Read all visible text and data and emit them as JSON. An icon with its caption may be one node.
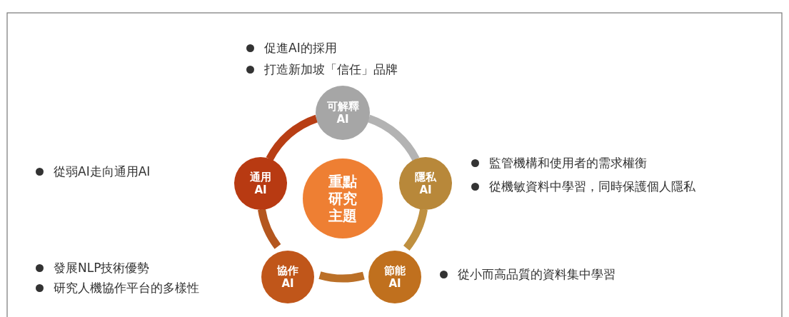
{
  "diagram": {
    "nodes": [
      {
        "text": [
          "可解釋AI"
        ],
        "beside": [
          "促進AI的採用",
          "打造新加坡「信任」品牌"
        ]
      },
      {
        "text": [
          "通用AI"
        ]
      },
      {
        "text": [
          "重點研究主題"
        ]
      },
      {
        "text": [
          "隱私AI"
        ],
        "beside": [
          "監管機構和使用者的需求權衡",
          "從機敏資料中學習，同時保護個人隱私"
        ]
      },
      {
        "text": [
          "協作AI"
        ],
        "beside": [
          "發展NLP技術優勢",
          "研究人機協作平台的多樣性"
        ]
      },
      {
        "text": [
          "節能AI"
        ],
        "beside": [
          "從小而高品質的資料集中學習"
        ]
      }
    ],
    "edges": [
      {
        "from": 0,
        "to": 3,
        "arrow": "none",
        "color": "#b3b3b3"
      },
      {
        "from": 3,
        "to": 5,
        "arrow": "none",
        "color": "#bf9040"
      },
      {
        "from": 5,
        "to": 4,
        "arrow": "none",
        "color": "#bb7028"
      },
      {
        "from": 4,
        "to": 1,
        "arrow": "none",
        "color": "#b4561e"
      },
      {
        "from": 1,
        "to": 0,
        "arrow": "none",
        "color": "#b83e14"
      }
    ],
    "labels": [
      "從弱AI走向通用AI"
    ]
  }
}
